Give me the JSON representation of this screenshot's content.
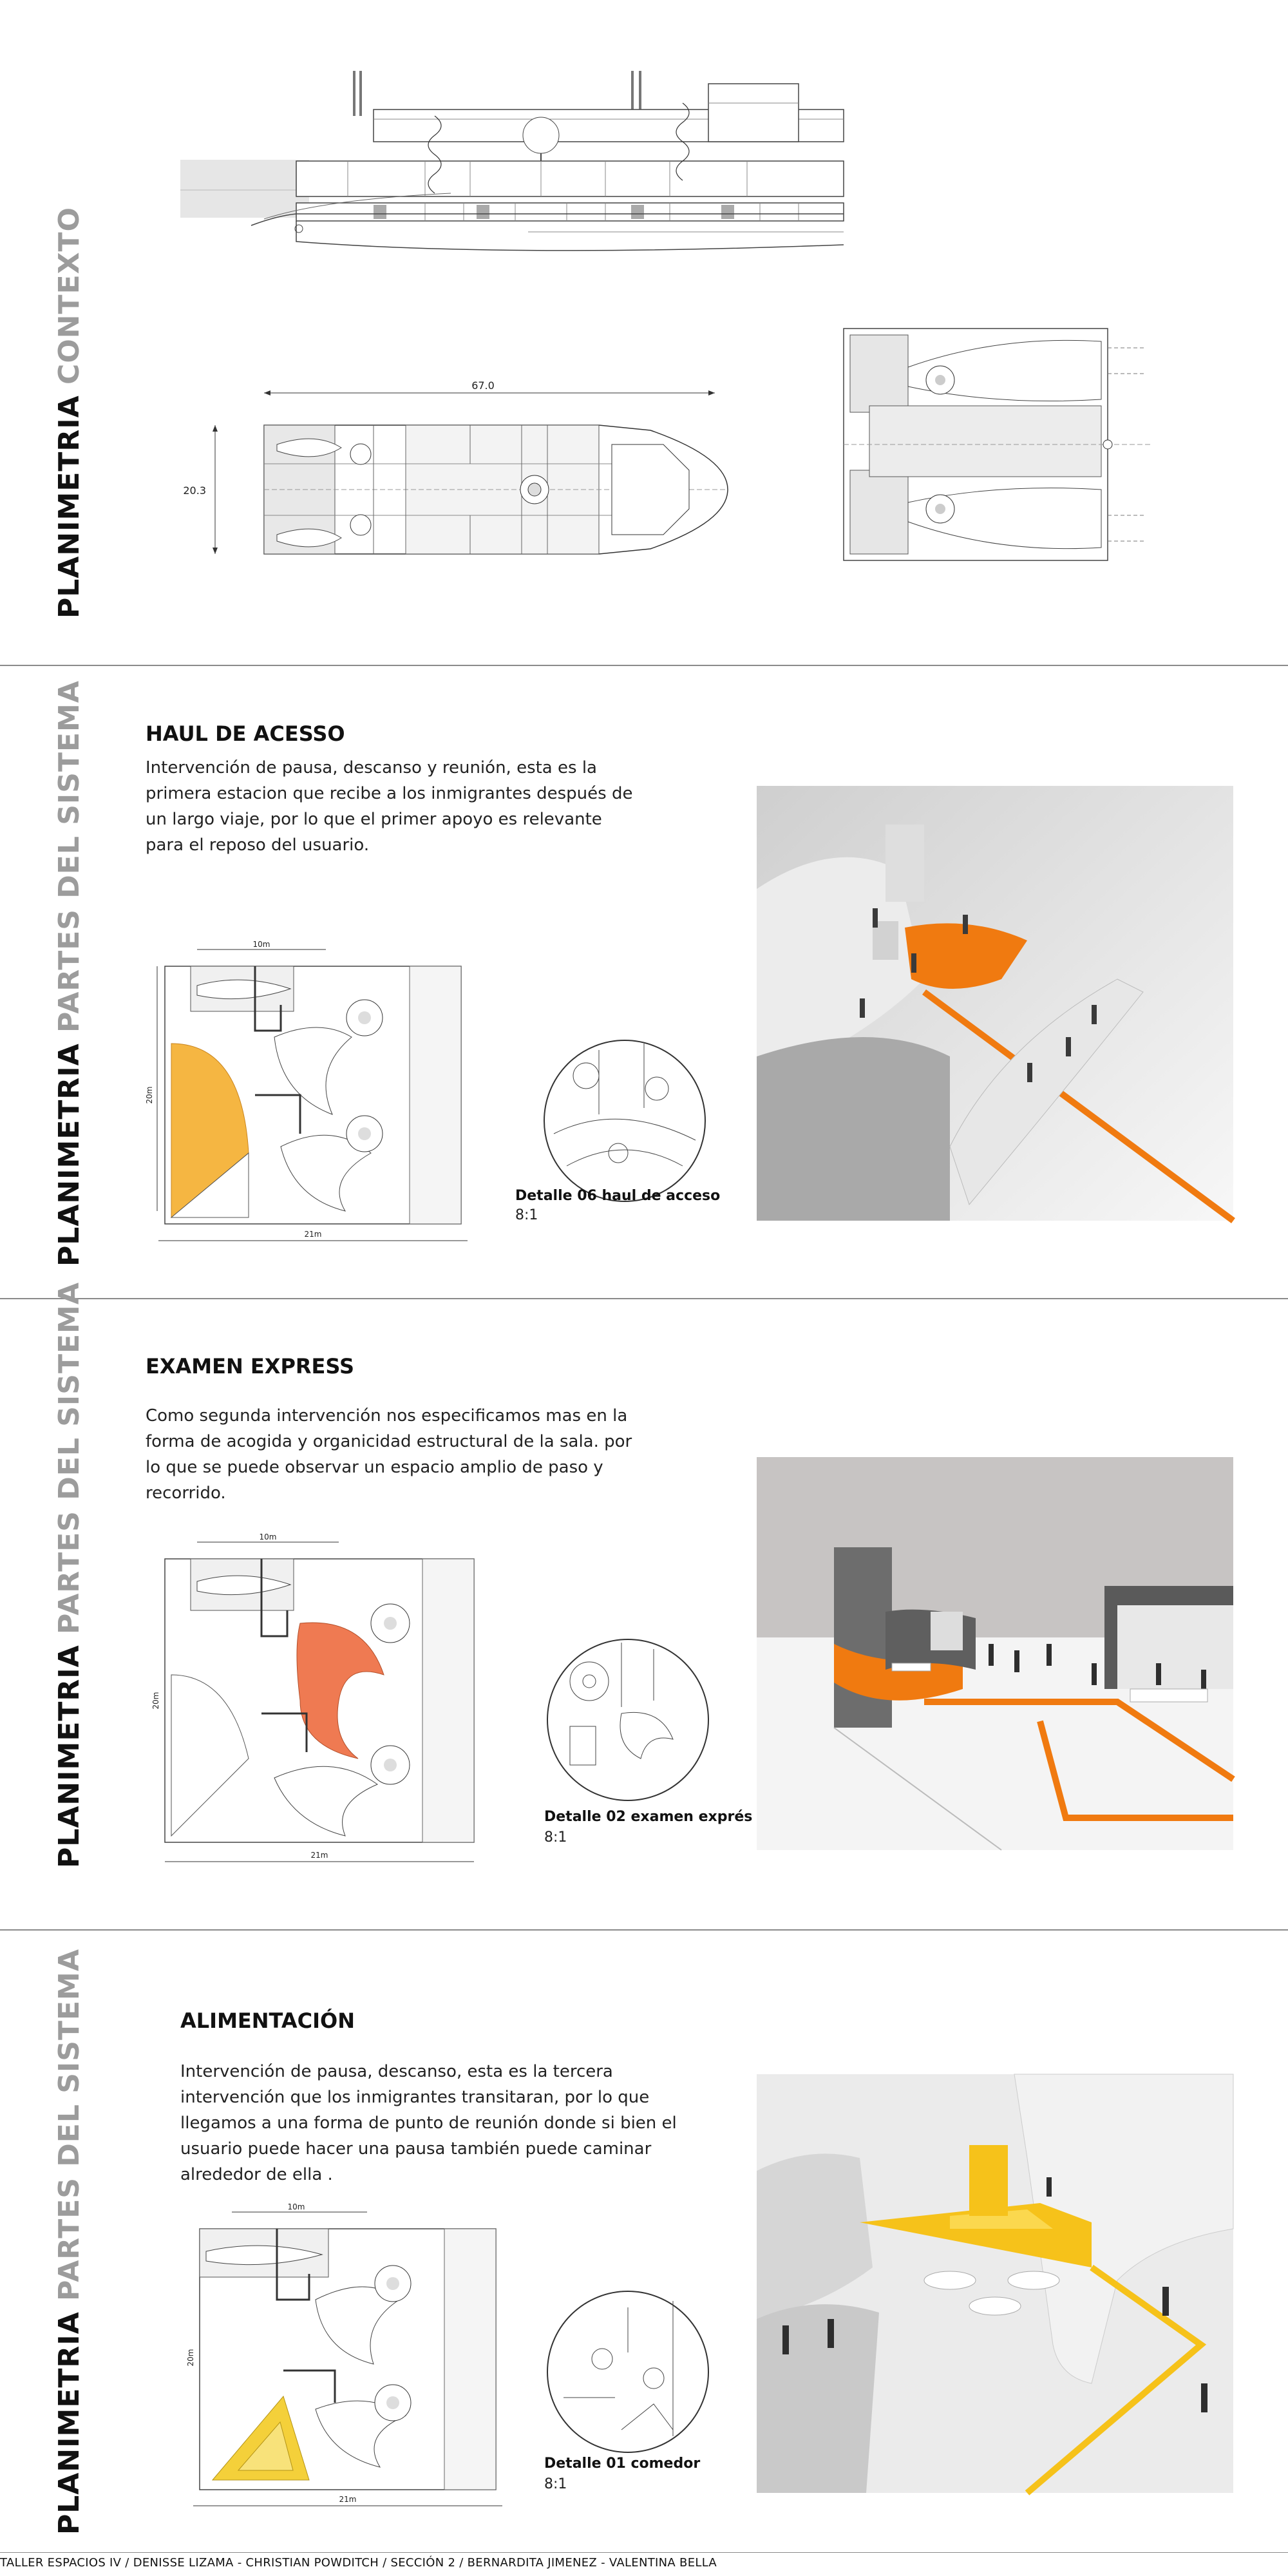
{
  "sections": [
    {
      "title_primary": "PLANIMETRIA",
      "title_secondary": "CONTEXTO",
      "dimensions": {
        "length": "67.0",
        "width": "20.3"
      }
    },
    {
      "heading": "HAUL DE ACESSO",
      "paragraph": "Intervención de pausa, descanso y reunión, esta es la primera estacion que recibe a los inmigrantes después de un largo viaje, por lo que el primer apoyo es relevante para el reposo del usuario.",
      "title_primary": "PLANIMETRIA",
      "title_secondary": "PARTES DEL SISTEMA",
      "plan_top_dim": "10m",
      "plan_side_dim": "20m",
      "plan_bottom_dim": "21m",
      "detail_title": "Detalle 06 haul de acceso",
      "detail_scale": "8:1",
      "highlight_color": "#f5b642"
    },
    {
      "heading": "EXAMEN EXPRESS",
      "paragraph": "Como segunda intervención nos especificamos mas en la forma de acogida y organicidad estructural de la sala. por lo que se puede observar un espacio amplio de paso y recorrido.",
      "title_primary": "PLANIMETRIA",
      "title_secondary": "PARTES DEL SISTEMA",
      "plan_top_dim": "10m",
      "plan_side_dim": "20m",
      "plan_bottom_dim": "21m",
      "detail_title": "Detalle 02 examen exprés",
      "detail_scale": "8:1",
      "highlight_color": "#ef7a52"
    },
    {
      "heading": "ALIMENTACIÓN",
      "paragraph": "Intervención de pausa, descanso, esta es la tercera intervención que los inmigrantes transitaran, por lo que llegamos a una forma de punto de reunión donde si bien el usuario puede hacer una pausa también puede caminar alrededor de ella .",
      "title_primary": "PLANIMETRIA",
      "title_secondary": "PARTES DEL SISTEMA",
      "plan_top_dim": "10m",
      "plan_side_dim": "20m",
      "plan_bottom_dim": "21m",
      "detail_title": "Detalle 01 comedor",
      "detail_scale": "8:1",
      "highlight_color": "#f4d03a"
    }
  ],
  "accent_orange": "#f07a10",
  "footer": "TALLER ESPACIOS IV / DENISSE LIZAMA - CHRISTIAN POWDITCH / SECCIÓN 2 / BERNARDITA JIMENEZ - VALENTINA BELLA"
}
